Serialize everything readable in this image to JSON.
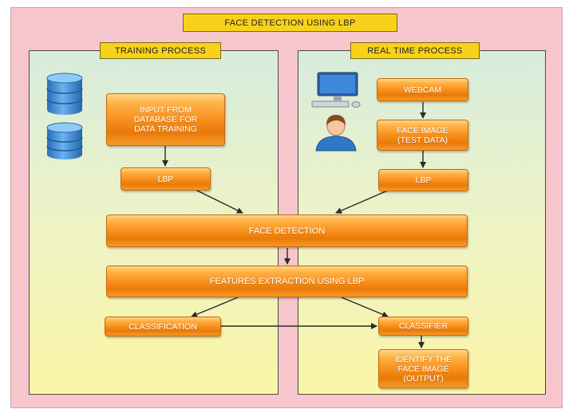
{
  "title": "FACE DETECTION USING LBP",
  "training": {
    "header": "TRAINING PROCESS",
    "input_lines": [
      "INPUT FROM",
      "DATABASE FOR",
      "DATA TRAINING"
    ],
    "lbp": "LBP",
    "classification": "CLASSIFICATION"
  },
  "realtime": {
    "header": "REAL TIME PROCESS",
    "webcam": "WEBCAM",
    "face_image_lines": [
      "FACE IMAGE",
      "(TEST DATA)"
    ],
    "lbp": "LBP",
    "classifier": "CLASSIFIER",
    "identify_lines": [
      "IDENTIFY THE",
      "FACE IMAGE",
      "(OUTPUT)"
    ]
  },
  "shared": {
    "face_detection": "FACE DETECTION",
    "features_extraction": "FEATURES EXTRACTION USING LBP"
  },
  "colors": {
    "background": "#f6c6cc",
    "label_yellow": "#f8d21a",
    "box_orange": "#f8901c",
    "arrow": "#2a2a2a",
    "database_blue": "#3f8fd6"
  },
  "icons": [
    "database-icon",
    "computer-icon",
    "user-icon"
  ]
}
